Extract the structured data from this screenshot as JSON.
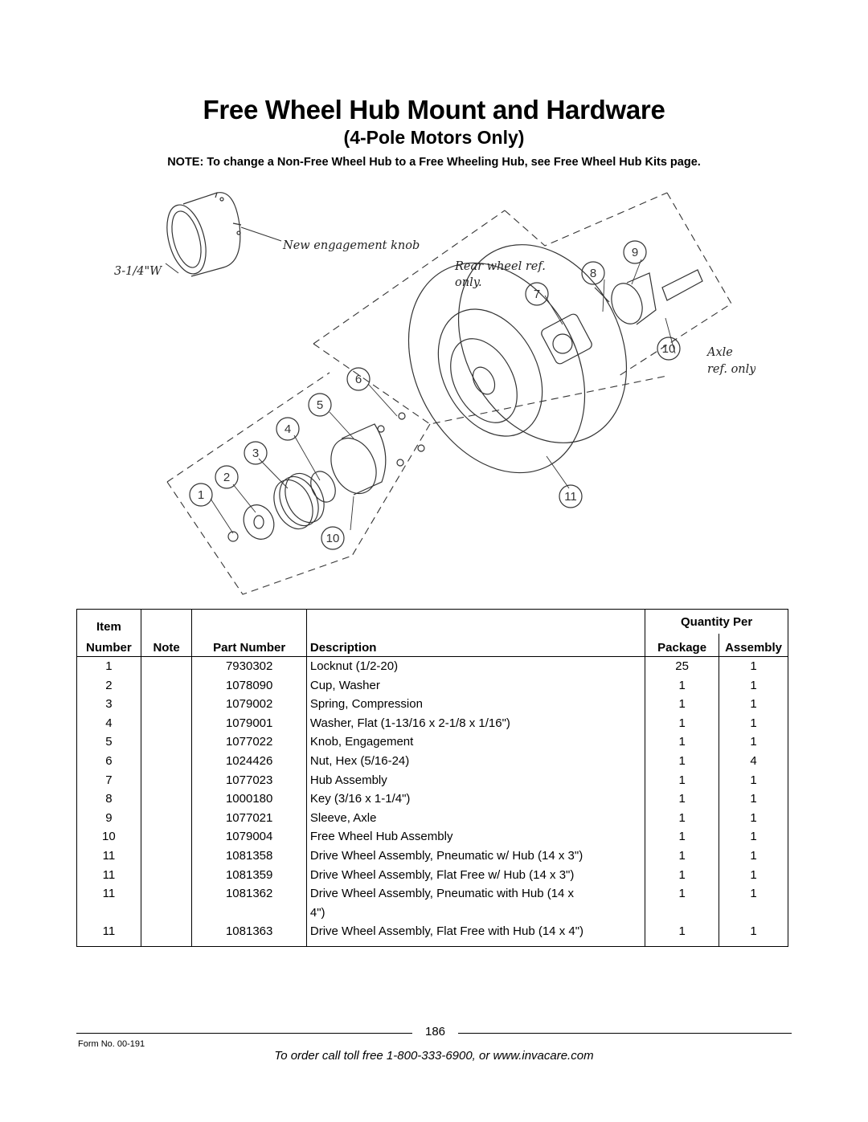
{
  "header": {
    "title": "Free Wheel Hub Mount and Hardware",
    "subtitle": "(4-Pole Motors Only)",
    "note": "NOTE: To change a Non-Free Wheel Hub to a Free Wheeling Hub, see Free Wheel Hub Kits page."
  },
  "diagram": {
    "callouts": [
      "1",
      "2",
      "3",
      "4",
      "5",
      "6",
      "7",
      "8",
      "9",
      "10",
      "10",
      "11"
    ],
    "labels": {
      "width": "3-1/4\"W",
      "knob": "New engagement knob",
      "rear_wheel_1": "Rear wheel ref.",
      "rear_wheel_2": "only.",
      "axle_1": "Axle",
      "axle_2": "ref. only."
    }
  },
  "table": {
    "headers": {
      "item_1": "Item",
      "item_2": "Number",
      "note": "Note",
      "part": "Part Number",
      "desc": "Description",
      "qty": "Quantity Per",
      "package": "Package",
      "assembly": "Assembly"
    },
    "rows": [
      {
        "item": "1",
        "note": "",
        "part": "7930302",
        "desc": "Locknut (1/2-20)",
        "pkg": "25",
        "asm": "1"
      },
      {
        "item": "2",
        "note": "",
        "part": "1078090",
        "desc": "Cup, Washer",
        "pkg": "1",
        "asm": "1"
      },
      {
        "item": "3",
        "note": "",
        "part": "1079002",
        "desc": "Spring, Compression",
        "pkg": "1",
        "asm": "1"
      },
      {
        "item": "4",
        "note": "",
        "part": "1079001",
        "desc": "Washer, Flat (1-13/16 x 2-1/8 x 1/16\")",
        "pkg": "1",
        "asm": "1"
      },
      {
        "item": "5",
        "note": "",
        "part": "1077022",
        "desc": "Knob, Engagement",
        "pkg": "1",
        "asm": "1"
      },
      {
        "item": "6",
        "note": "",
        "part": "1024426",
        "desc": "Nut, Hex (5/16-24)",
        "pkg": "1",
        "asm": "4"
      },
      {
        "item": "7",
        "note": "",
        "part": "1077023",
        "desc": "Hub Assembly",
        "pkg": "1",
        "asm": "1"
      },
      {
        "item": "8",
        "note": "",
        "part": "1000180",
        "desc": "Key (3/16 x 1-1/4\")",
        "pkg": "1",
        "asm": "1"
      },
      {
        "item": "9",
        "note": "",
        "part": "1077021",
        "desc": "Sleeve, Axle",
        "pkg": "1",
        "asm": "1"
      },
      {
        "item": "10",
        "note": "",
        "part": "1079004",
        "desc": "Free Wheel Hub Assembly",
        "pkg": "1",
        "asm": "1"
      },
      {
        "item": "11",
        "note": "",
        "part": "1081358",
        "desc": "Drive Wheel Assembly, Pneumatic w/ Hub (14 x 3\")",
        "pkg": "1",
        "asm": "1"
      },
      {
        "item": "11",
        "note": "",
        "part": "1081359",
        "desc": "Drive Wheel Assembly, Flat Free w/ Hub (14 x 3\")",
        "pkg": "1",
        "asm": "1"
      },
      {
        "item": "11",
        "note": "",
        "part": "1081362",
        "desc": "Drive Wheel Assembly, Pneumatic with Hub (14 x",
        "pkg": "1",
        "asm": "1"
      },
      {
        "item": "",
        "note": "",
        "part": "",
        "desc": "4\")",
        "pkg": "",
        "asm": ""
      },
      {
        "item": "11",
        "note": "",
        "part": "1081363",
        "desc": "Drive Wheel Assembly, Flat Free with Hub (14 x 4\")",
        "pkg": "1",
        "asm": "1"
      }
    ]
  },
  "footer": {
    "page_number": "186",
    "form_no": "Form No. 00-191",
    "order_text": "To order call toll free 1-800-333-6900, or www.invacare.com"
  }
}
